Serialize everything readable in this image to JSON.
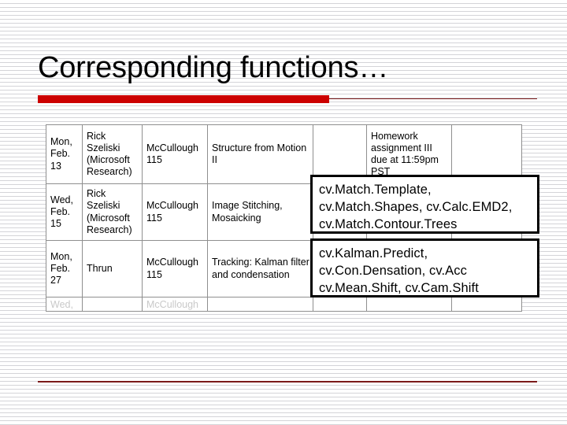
{
  "slide": {
    "title": "Corresponding functions…",
    "accent_color": "#cc0000",
    "rule_color": "#7b1a1a"
  },
  "table": {
    "rows": [
      {
        "date": "Mon, Feb. 13",
        "lecturer": "Rick Szeliski (Microsoft Research)",
        "room": "McCullough 115",
        "topic": "Structure from Motion II",
        "blank": "",
        "homework": "Homework assignment III due at 11:59pm PST",
        "tail": ""
      },
      {
        "date": "Wed, Feb. 15",
        "lecturer": "Rick Szeliski (Microsoft Research)",
        "room": "McCullough 115",
        "topic": "Image Stitching, Mosaicking",
        "blank": "",
        "homework": "",
        "tail": ""
      },
      {
        "date": "Mon, Feb. 27",
        "lecturer": "Thrun",
        "room": "McCullough 115",
        "topic": "Tracking: Kalman filter and condensation",
        "blank": "",
        "homework": "",
        "tail": ""
      }
    ],
    "clipped_row": {
      "date": "Wed,",
      "lecturer": "",
      "room": "McCullough",
      "topic": "",
      "blank": "",
      "homework": "",
      "tail": ""
    }
  },
  "callouts": [
    {
      "name": "matching-functions",
      "lines": [
        "cv.Match.Template,",
        "cv.Match.Shapes, cv.Calc.EMD2,",
        "cv.Match.Contour.Trees"
      ]
    },
    {
      "name": "tracking-functions",
      "lines": [
        "cv.Kalman.Predict,",
        "cv.Con.Densation, cv.Acc",
        "cv.Mean.Shift, cv.Cam.Shift"
      ]
    }
  ]
}
